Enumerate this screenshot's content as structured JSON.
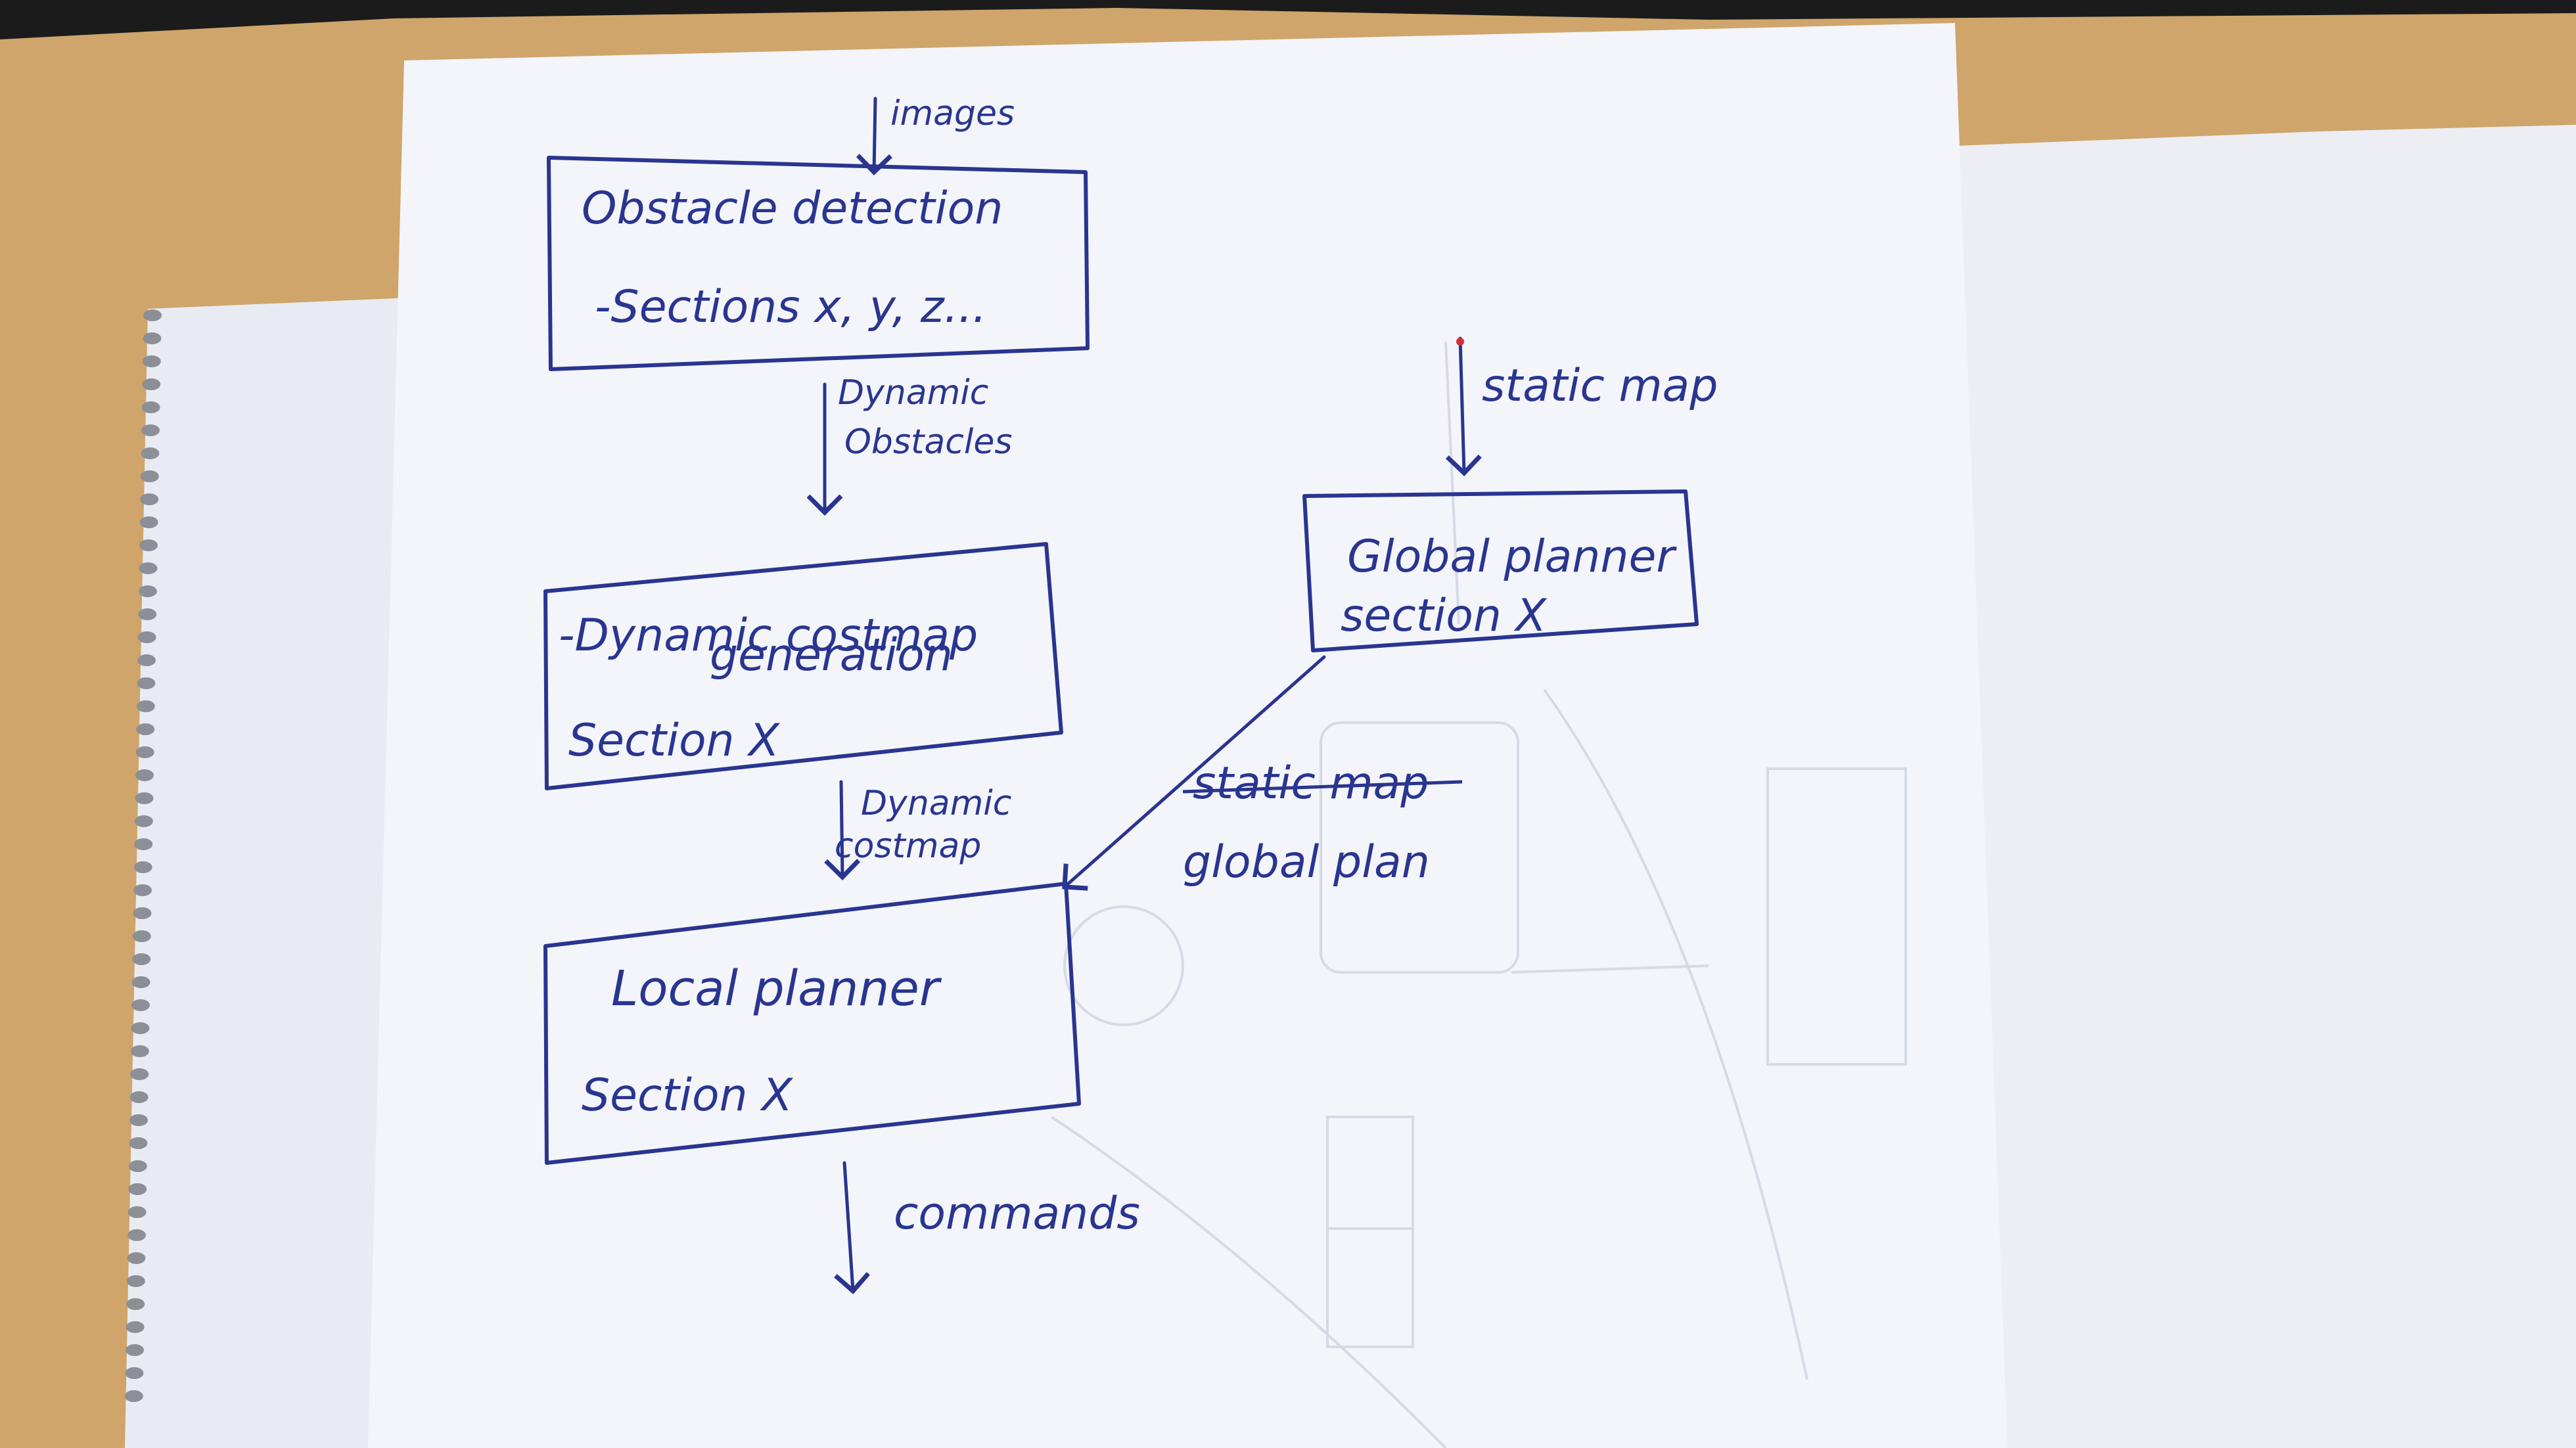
{
  "nodes": {
    "obstacle_detection": {
      "title": "Obstacle detection",
      "detail": "-Sections x, y, z..."
    },
    "dynamic_costmap": {
      "title_line1": "-Dynamic costmap",
      "title_line2": "generation",
      "section": "Section X"
    },
    "global_planner": {
      "title": "Global planner",
      "section": "section X"
    },
    "local_planner": {
      "title": "Local planner",
      "section": "Section X"
    }
  },
  "edges": {
    "images": "images",
    "dynamic_obstacles_line1": "Dynamic",
    "dynamic_obstacles_line2": "Obstacles",
    "static_map_input": "static map",
    "dynamic_costmap_line1": "Dynamic",
    "dynamic_costmap_line2": "costmap",
    "static_map_struck": "static map",
    "global_plan": "global plan",
    "commands": "commands"
  },
  "colors": {
    "ink": "#2a3590",
    "paper": "#f3f5fa",
    "back_paper": "#e9ecf2",
    "desk": "#cfa56b",
    "spiral": "#8c8f96"
  }
}
